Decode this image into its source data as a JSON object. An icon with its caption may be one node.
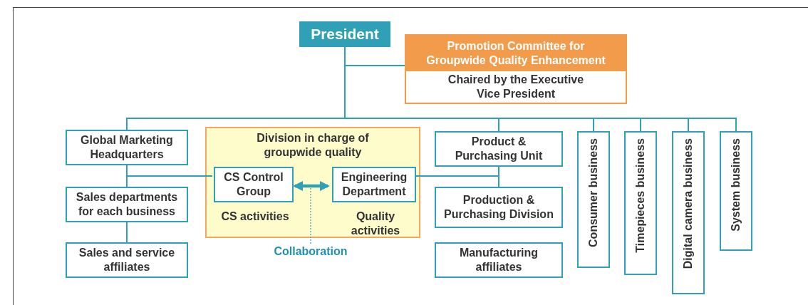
{
  "diagram": {
    "nodes": [
      {
        "text": [
          "President"
        ]
      },
      {
        "text": [
          "Promotion Committee for Groupwide Quality Enhancement",
          "Chaired by the Executive Vice President"
        ]
      },
      {
        "text": [
          "Global Marketing Headquarters"
        ]
      },
      {
        "text": [
          "Sales departments for each business"
        ]
      },
      {
        "text": [
          "Sales and service affiliates"
        ]
      },
      {
        "text": [
          "Division in charge of groupwide quality"
        ]
      },
      {
        "text": [
          "CS Control Group"
        ],
        "in": 5,
        "beside": [
          "CS activities"
        ]
      },
      {
        "text": [
          "Engineering Department"
        ],
        "in": 5,
        "beside": [
          "Quality activities"
        ]
      },
      {
        "text": [
          "Product & Purchasing Unit"
        ]
      },
      {
        "text": [
          "Production & Purchasing Division"
        ]
      },
      {
        "text": [
          "Manufacturing affiliates"
        ]
      },
      {
        "text": [
          "Consumer business"
        ]
      },
      {
        "text": [
          "Timepieces business"
        ]
      },
      {
        "text": [
          "Digital camera business"
        ]
      },
      {
        "text": [
          "System business"
        ]
      },
      {
        "text": [
          "Collaboration"
        ]
      }
    ],
    "edges": [
      {
        "from": 0,
        "to": 1,
        "arrow": "none"
      },
      {
        "from": 0,
        "to": 2,
        "arrow": "none"
      },
      {
        "from": 0,
        "to": 8,
        "arrow": "none"
      },
      {
        "from": 0,
        "to": 11,
        "arrow": "none"
      },
      {
        "from": 0,
        "to": 12,
        "arrow": "none"
      },
      {
        "from": 0,
        "to": 13,
        "arrow": "none"
      },
      {
        "from": 0,
        "to": 14,
        "arrow": "none"
      },
      {
        "from": 2,
        "to": 3,
        "arrow": "none"
      },
      {
        "from": 3,
        "to": 4,
        "arrow": "none"
      },
      {
        "from": 2,
        "to": 6,
        "arrow": "none"
      },
      {
        "from": 7,
        "to": 8,
        "arrow": "none"
      },
      {
        "from": 8,
        "to": 9,
        "arrow": "none"
      },
      {
        "from": 6,
        "to": 7,
        "arrow": "both",
        "style": "thick"
      },
      {
        "from": 15,
        "to": null,
        "arrow": "none",
        "style": "dashed"
      }
    ]
  }
}
